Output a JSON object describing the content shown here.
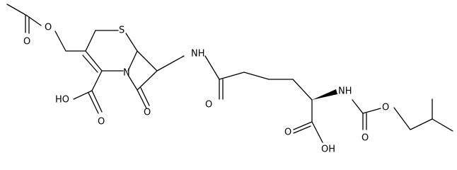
{
  "structure": {
    "atom_labels": {
      "o_ester_carbonyl": "O",
      "o_ester_link": "O",
      "s_ring": "S",
      "n_ring": "N",
      "o_lactam": "O",
      "oh_acid1": "HO",
      "o_acid1": "O",
      "nh_amide": "NH",
      "o_amide": "O",
      "nh_carbamate": "NH",
      "o_carbamate_carbonyl": "O",
      "o_carbamate_ether": "O",
      "o_acid2": "O",
      "oh_acid2": "OH"
    },
    "colors": {
      "bond": "#000000",
      "text": "#000000",
      "background": "#ffffff"
    }
  }
}
